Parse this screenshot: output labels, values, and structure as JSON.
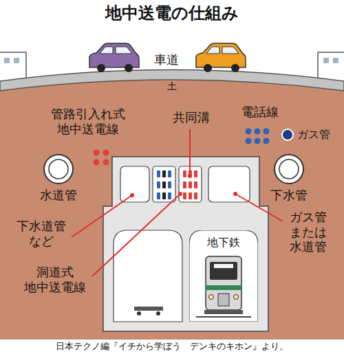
{
  "diagram": {
    "title": "地中送電の仕組み",
    "caption": "日本テクノ編『イチから学ぼう　デンキのキホン』より。",
    "nodes": [
      {
        "text": [
          "ガス管"
        ]
      },
      {
        "text": [
          "水道管"
        ]
      },
      {
        "text": [
          "下水管"
        ]
      },
      {
        "text": [
          "地下鉄"
        ]
      }
    ],
    "labels": [
      "車道",
      "土",
      "管路引入れ式 地中送電線",
      "共同溝",
      "電話線",
      "下水道管 など",
      "洞道式 地中送電線",
      "ガス管 または 水道管"
    ]
  }
}
